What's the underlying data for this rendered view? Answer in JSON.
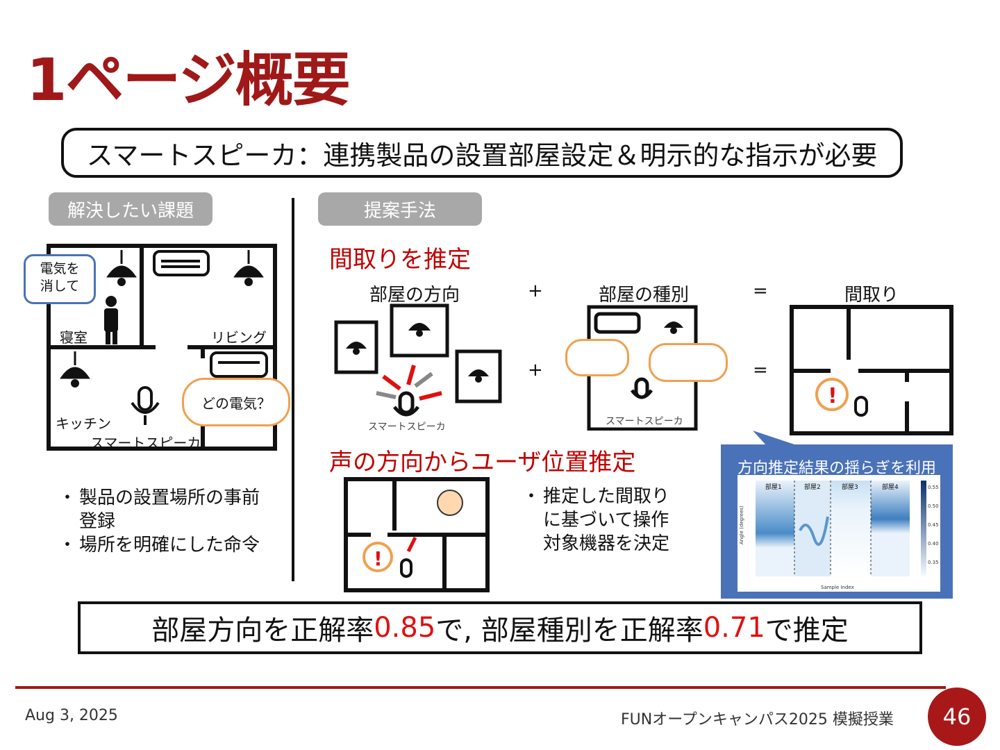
{
  "slide": {
    "title": "1ページ概要",
    "banner": "スマートスピーカ：連携製品の設置部屋設定＆明示的な指示が必要",
    "left_pill": "解決したい課題",
    "right_pill": "提案手法"
  },
  "left": {
    "bubble_top": "電気を\n消して",
    "bubble_bottom": "どの電気？",
    "room_bedroom": "寝室",
    "room_living": "リビング",
    "room_kitchen": "キッチン",
    "speaker_label": "スマートスピーカ",
    "bullets": [
      "製品の設置場所の事前登録",
      "場所を明確にした命令"
    ]
  },
  "right": {
    "heading_layout": "間取りを推定",
    "label_direction": "部屋の方向",
    "label_type": "部屋の種別",
    "label_layout": "間取り",
    "plus": "+",
    "equals": "=",
    "speaker_small": "スマートスピーカ",
    "heading_user": "声の方向からユーザ位置推定",
    "bullet": "推定した間取りに基づいて操作対象機器を決定",
    "callout_title": "方向推定結果の揺らぎを利用",
    "heatmap_rooms": [
      "部屋1",
      "部屋2",
      "部屋3",
      "部屋4"
    ],
    "heatmap_xlabel": "Sample Index",
    "heatmap_ylabel": "Angle (degrees)",
    "colorbar_ticks": [
      "0.55",
      "0.50",
      "0.45",
      "0.40",
      "0.35"
    ]
  },
  "result": {
    "part1": "部屋方向を正解率",
    "value1": "0.85",
    "part2": "で, 部屋種別を正解率",
    "value2": "0.71",
    "part3": "で推定"
  },
  "footer": {
    "date": "Aug 3, 2025",
    "event": "FUNオープンキャンパス2025 模擬授業",
    "page": "46"
  },
  "colors": {
    "title": "#a01818",
    "highlight": "#e01010",
    "callout": "#4a72b8",
    "bubble_blue": "#4a72b8",
    "bubble_orange": "#f0a050"
  }
}
